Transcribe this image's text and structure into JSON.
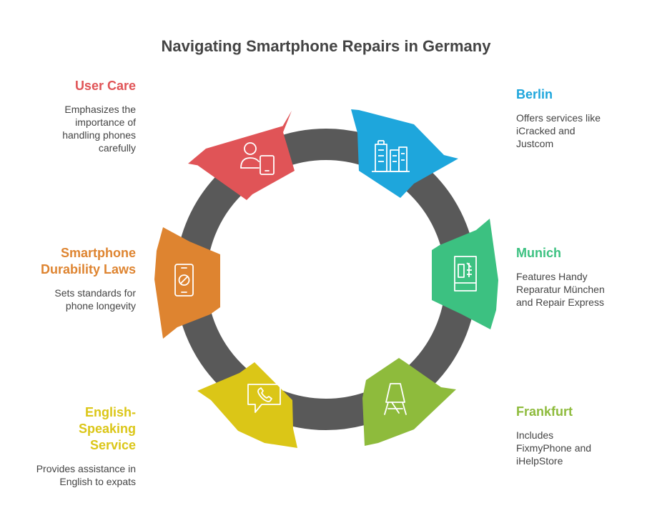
{
  "title": "Navigating Smartphone Repairs in Germany",
  "colors": {
    "ring": "#595959",
    "red": "#E05457",
    "blue": "#1EA6DC",
    "green": "#3CC181",
    "lime": "#8EBB3C",
    "yellow": "#DBC617",
    "orange": "#DE8430",
    "text": "#444444"
  },
  "items": [
    {
      "key": "user_care",
      "title": "User Care",
      "description": "Emphasizes the importance of handling phones carefully",
      "color": "#E05457",
      "icon": "person-phone-icon"
    },
    {
      "key": "berlin",
      "title": "Berlin",
      "description": "Offers services like iCracked and Justcom",
      "color": "#1EA6DC",
      "icon": "city-buildings-icon"
    },
    {
      "key": "munich",
      "title": "Munich",
      "description": "Features Handy Reparatur München and Repair Express",
      "color": "#3CC181",
      "icon": "storefront-icon"
    },
    {
      "key": "frankfurt",
      "title": "Frankfurt",
      "description": "Includes FixmyPhone and iHelpStore",
      "color": "#8EBB3C",
      "icon": "sandwich-board-icon"
    },
    {
      "key": "english",
      "title": "English-Speaking Service",
      "description": "Provides assistance in English to expats",
      "color": "#DBC617",
      "icon": "phone-chat-icon"
    },
    {
      "key": "durability",
      "title": "Smartphone Durability Laws",
      "description": "Sets standards for phone longevity",
      "color": "#DE8430",
      "icon": "phone-prohibited-icon"
    }
  ]
}
